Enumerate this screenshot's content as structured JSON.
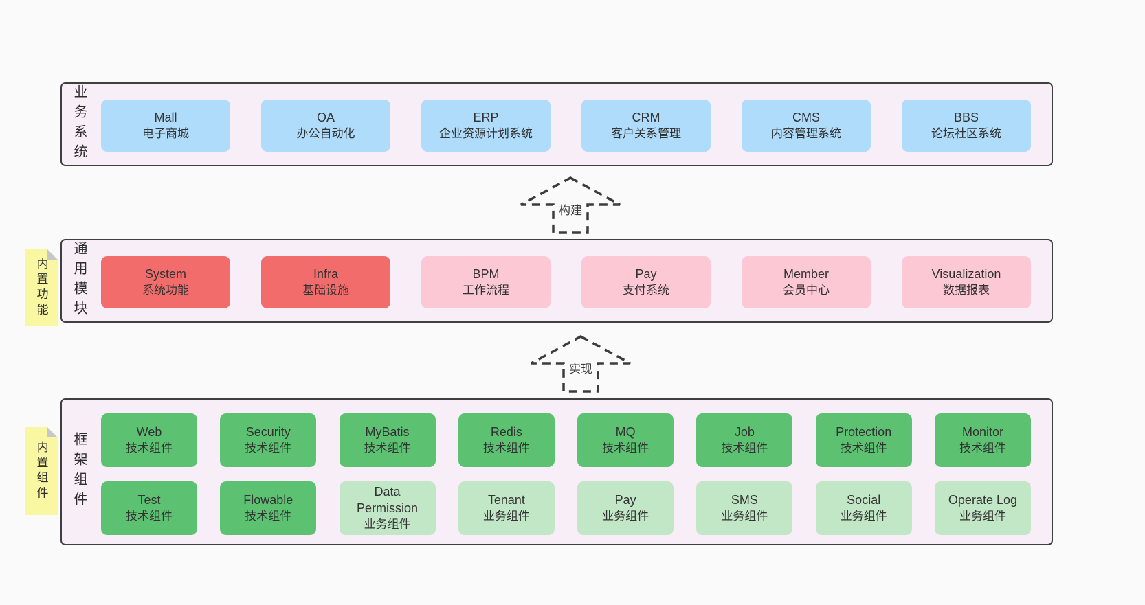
{
  "colors": {
    "page_bg": "#fafafa",
    "panel_bg": "#f8eef7",
    "panel_border": "#3f3f3f",
    "box_blue": "#aedcfa",
    "box_red": "#f26c6c",
    "box_pink": "#fcc8d3",
    "box_green": "#5cc272",
    "box_light_green": "#c2e7c7",
    "sticky_yellow": "#faf7a3"
  },
  "business": {
    "side_label": "业务系统",
    "boxes": [
      {
        "name": "Mall",
        "desc": "电子商城"
      },
      {
        "name": "OA",
        "desc": "办公自动化"
      },
      {
        "name": "ERP",
        "desc": "企业资源计划系统"
      },
      {
        "name": "CRM",
        "desc": "客户关系管理"
      },
      {
        "name": "CMS",
        "desc": "内容管理系统"
      },
      {
        "name": "BBS",
        "desc": "论坛社区系统"
      }
    ]
  },
  "arrows": [
    {
      "label": "构建"
    },
    {
      "label": "实现"
    }
  ],
  "modules": {
    "sticky_label": "内置功能",
    "side_label": "通用模块",
    "boxes": [
      {
        "name": "System",
        "desc": "系统功能",
        "variant": "red"
      },
      {
        "name": "Infra",
        "desc": "基础设施",
        "variant": "red"
      },
      {
        "name": "BPM",
        "desc": "工作流程",
        "variant": "pink"
      },
      {
        "name": "Pay",
        "desc": "支付系统",
        "variant": "pink"
      },
      {
        "name": "Member",
        "desc": "会员中心",
        "variant": "pink"
      },
      {
        "name": "Visualization",
        "desc": "数据报表",
        "variant": "pink"
      }
    ]
  },
  "components": {
    "sticky_label": "内置组件",
    "side_label": "框架组件",
    "row1": [
      {
        "name": "Web",
        "desc": "技术组件",
        "variant": "green"
      },
      {
        "name": "Security",
        "desc": "技术组件",
        "variant": "green"
      },
      {
        "name": "MyBatis",
        "desc": "技术组件",
        "variant": "green"
      },
      {
        "name": "Redis",
        "desc": "技术组件",
        "variant": "green"
      },
      {
        "name": "MQ",
        "desc": "技术组件",
        "variant": "green"
      },
      {
        "name": "Job",
        "desc": "技术组件",
        "variant": "green"
      },
      {
        "name": "Protection",
        "desc": "技术组件",
        "variant": "green"
      },
      {
        "name": "Monitor",
        "desc": "技术组件",
        "variant": "green"
      }
    ],
    "row2": [
      {
        "name": "Test",
        "desc": "技术组件",
        "variant": "green"
      },
      {
        "name": "Flowable",
        "desc": "技术组件",
        "variant": "green"
      },
      {
        "name": "Data Permission",
        "desc": "业务组件",
        "variant": "lgreen"
      },
      {
        "name": "Tenant",
        "desc": "业务组件",
        "variant": "lgreen"
      },
      {
        "name": "Pay",
        "desc": "业务组件",
        "variant": "lgreen"
      },
      {
        "name": "SMS",
        "desc": "业务组件",
        "variant": "lgreen"
      },
      {
        "name": "Social",
        "desc": "业务组件",
        "variant": "lgreen"
      },
      {
        "name": "Operate Log",
        "desc": "业务组件",
        "variant": "lgreen"
      }
    ]
  }
}
